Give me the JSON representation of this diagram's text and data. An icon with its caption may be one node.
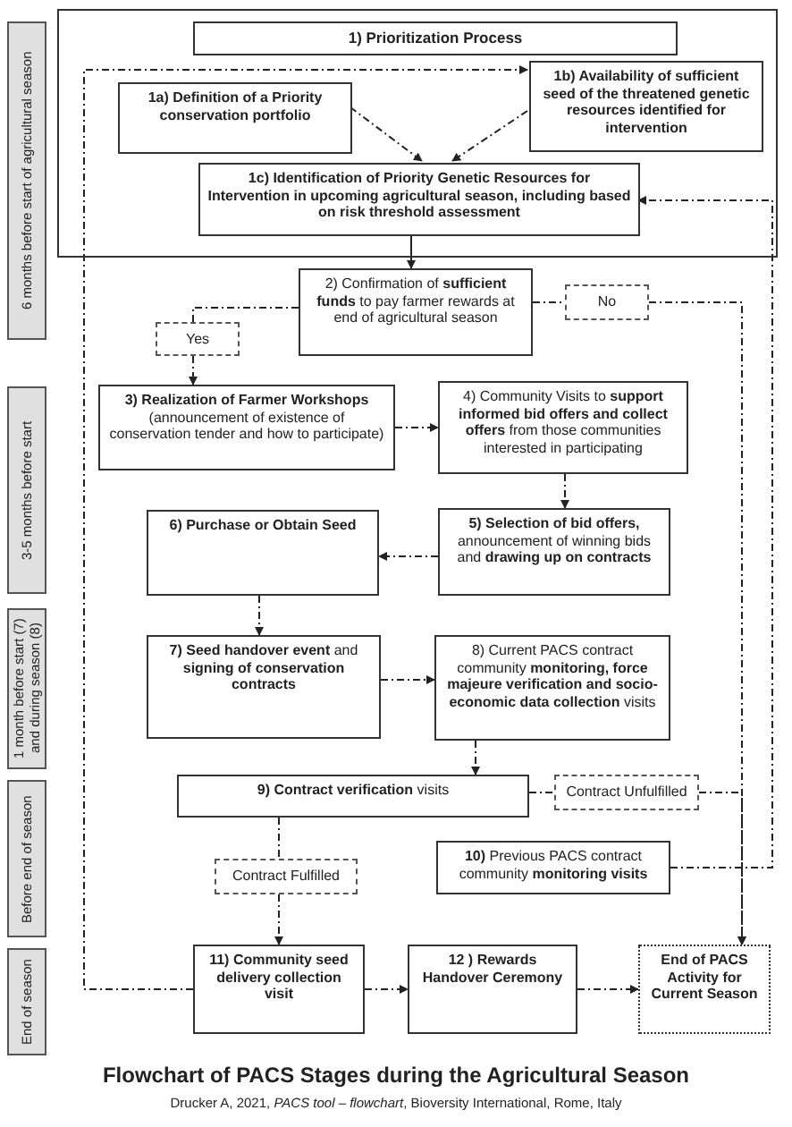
{
  "diagram": {
    "title": "Flowchart of PACS Stages during the Agricultural Season",
    "caption": "Drucker A, 2021, *PACS tool – flowchart*, Bioversity International, Rome, Italy",
    "nodes": [
      {
        "text": [
          "6 months before start of agricultural season"
        ]
      },
      {
        "text": [
          "1) Prioritization Process"
        ]
      },
      {
        "text": [
          "1a) Definition of a **Priority conservation portfolio**"
        ],
        "in": 1
      },
      {
        "text": [
          "**1b) Availability of sufficient seed** of the threatened genetic resources identified for intervention"
        ],
        "in": 1
      },
      {
        "text": [
          "1c) Identification of **Priority Genetic Resources for Intervention** in upcoming agricultural season, including based on **risk threshold assessment**"
        ],
        "in": 1
      },
      {
        "text": [
          "2) Confirmation of **sufficient funds** to pay farmer rewards at end of agricultural season"
        ]
      },
      {
        "text": [
          "No"
        ]
      },
      {
        "text": [
          "Yes"
        ]
      },
      {
        "text": [
          "3-5 months before start"
        ]
      },
      {
        "text": [
          "**3) Realization of Farmer Workshops** (announcement of existence of conservation tender and how to participate)"
        ]
      },
      {
        "text": [
          "4) Community Visits to **support informed bid offers and collect offers** from those communities interested in participating"
        ]
      },
      {
        "text": [
          "6) Purchase or Obtain Seed"
        ]
      },
      {
        "text": [
          "**5) Selection of bid offers,** announcement of winning bids and **drawing up on contracts**"
        ]
      },
      {
        "text": [
          "1 month before start (7) and during season (8)"
        ]
      },
      {
        "text": [
          "**7) Seed handover event** and **signing of conservation contracts**"
        ]
      },
      {
        "text": [
          "8) Current PACS contract community **monitoring, force majeure verification and socio-economic data collection** visits"
        ]
      },
      {
        "text": [
          "Before end of season"
        ]
      },
      {
        "text": [
          "**9) Contract verification** visits"
        ]
      },
      {
        "text": [
          "Contract Unfulfilled"
        ]
      },
      {
        "text": [
          "Contract Fulfilled"
        ]
      },
      {
        "text": [
          "**10)** Previous PACS contract community **monitoring visits**"
        ]
      },
      {
        "text": [
          "End of season"
        ]
      },
      {
        "text": [
          "11) Community seed delivery collection visit"
        ]
      },
      {
        "text": [
          "12 ) Rewards Handover Ceremony"
        ]
      },
      {
        "text": [
          "End of PACS Activity for Current Season"
        ]
      }
    ],
    "edges": [
      {
        "from": 2,
        "to": 4,
        "arrow": "to",
        "style": "dashed"
      },
      {
        "from": 3,
        "to": 4,
        "arrow": "to",
        "style": "dashed"
      },
      {
        "from": 4,
        "to": 5,
        "arrow": "to"
      },
      {
        "from": 5,
        "to": 6,
        "arrow": "none",
        "style": "dashed"
      },
      {
        "from": 6,
        "to": 24,
        "arrow": "to",
        "style": "dashed"
      },
      {
        "from": 5,
        "to": 7,
        "arrow": "none",
        "style": "dashed"
      },
      {
        "from": 7,
        "to": 9,
        "arrow": "to",
        "style": "dashed"
      },
      {
        "from": 9,
        "to": 10,
        "arrow": "to",
        "style": "dashed"
      },
      {
        "from": 10,
        "to": 12,
        "arrow": "to",
        "style": "dashed"
      },
      {
        "from": 12,
        "to": 11,
        "arrow": "to",
        "style": "dashed"
      },
      {
        "from": 11,
        "to": 14,
        "arrow": "to",
        "style": "dashed"
      },
      {
        "from": 14,
        "to": 15,
        "arrow": "to",
        "style": "dashed"
      },
      {
        "from": 15,
        "to": 17,
        "arrow": "to",
        "style": "dashed"
      },
      {
        "from": 17,
        "to": 18,
        "arrow": "none",
        "style": "dashed"
      },
      {
        "from": 18,
        "to": 24,
        "arrow": "to",
        "style": "dashed"
      },
      {
        "from": 17,
        "to": 19,
        "arrow": "none",
        "style": "dashed"
      },
      {
        "from": 19,
        "to": 22,
        "arrow": "to",
        "style": "dashed"
      },
      {
        "from": 20,
        "to": 4,
        "arrow": "to",
        "style": "dashed"
      },
      {
        "from": 22,
        "to": 23,
        "arrow": "to",
        "style": "dashed"
      },
      {
        "from": 23,
        "to": 24,
        "arrow": "to",
        "style": "dashed"
      },
      {
        "from": 22,
        "to": 3,
        "arrow": "to",
        "style": "dashed"
      }
    ]
  }
}
